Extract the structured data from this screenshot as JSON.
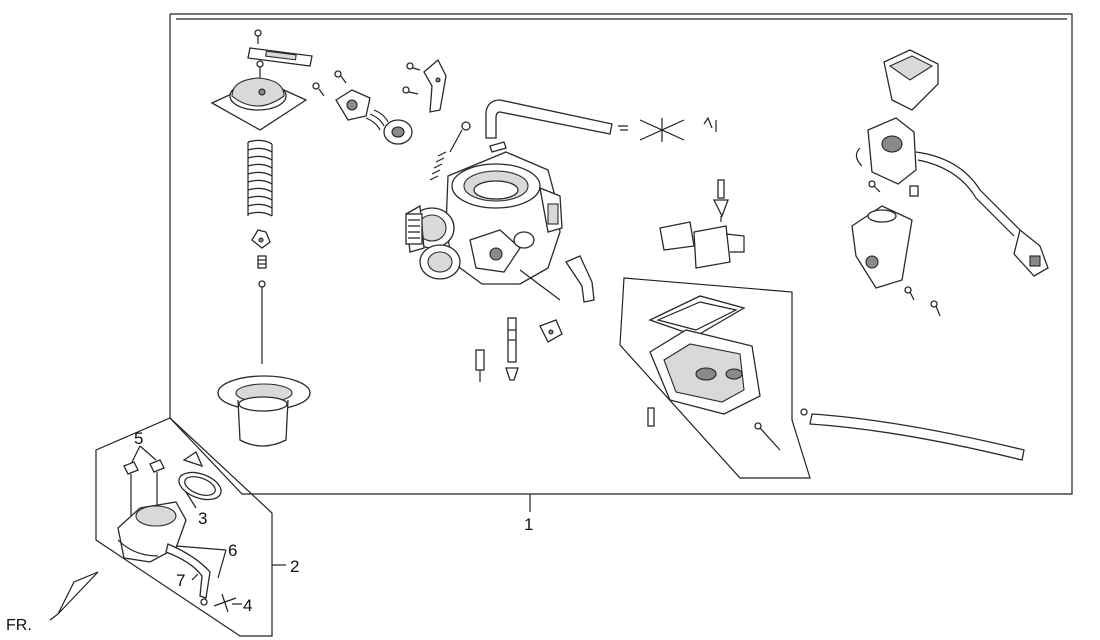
{
  "diagram": {
    "callouts": [
      {
        "id": "c1",
        "text": "1"
      },
      {
        "id": "c2",
        "text": "2"
      },
      {
        "id": "c3",
        "text": "3"
      },
      {
        "id": "c4",
        "text": "4"
      },
      {
        "id": "c5",
        "text": "5"
      },
      {
        "id": "c6",
        "text": "6"
      },
      {
        "id": "c7",
        "text": "7"
      }
    ],
    "direction_label": "FR."
  }
}
